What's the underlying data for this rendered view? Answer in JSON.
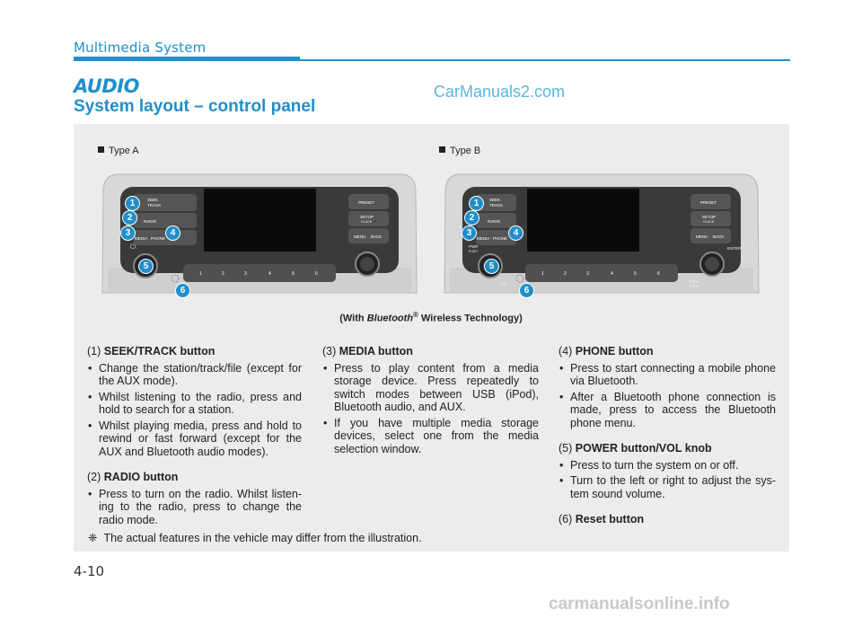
{
  "header": {
    "section": "Multimedia System",
    "title": "AUDIO",
    "subtitle": "System layout – control panel"
  },
  "watermark_top": "CarManuals2.com",
  "figure": {
    "type_a_label": "Type A",
    "type_b_label": "Type B",
    "caption_pre": "(With ",
    "caption_bt": "Bluetooth",
    "caption_reg": "®",
    "caption_post": " Wireless Technology)",
    "panel_labels": {
      "seek": "SEEK",
      "track": "TRACK",
      "radio": "RADIO",
      "media": "MEDIA",
      "phone": "PHONE",
      "preset": "PRESET",
      "setup": "SETUP",
      "clock": "CLOCK",
      "menu": "MENU",
      "back": "BACK",
      "pwr": "PWR",
      "push": "PUSH",
      "vol": "VOL",
      "enter": "ENTER",
      "tune": "TUNE",
      "file": "FILE",
      "presets": [
        "1",
        "2",
        "3",
        "4",
        "5",
        "6"
      ]
    },
    "callouts": [
      "1",
      "2",
      "3",
      "4",
      "5",
      "6"
    ]
  },
  "items": {
    "seek": {
      "num": "(1)",
      "title": "SEEK/TRACK button",
      "bullets": [
        "Change the station/track/file (except for the AUX mode).",
        "Whilst listening to the radio, press and hold to search for a station.",
        "Whilst playing media, press and hold to rewind or fast forward (except for the AUX and Bluetooth audio modes)."
      ]
    },
    "radio": {
      "num": "(2)",
      "title": "RADIO button",
      "bullets": [
        "Press to turn on the radio. Whilst listen-ing to the radio, press to change the radio mode."
      ]
    },
    "media": {
      "num": "(3)",
      "title": "MEDIA button",
      "bullets": [
        "Press to play content from a media storage device. Press repeatedly to switch modes between USB (iPod), Bluetooth audio, and AUX.",
        "If you have multiple media storage devices, select one from the media selection window."
      ]
    },
    "phone": {
      "num": "(4)",
      "title": "PHONE button",
      "bullets": [
        "Press to start connecting a mobile phone via Bluetooth.",
        "After a Bluetooth phone connection is made, press to access the Bluetooth phone menu."
      ]
    },
    "power": {
      "num": "(5)",
      "title": "POWER button/VOL knob",
      "bullets": [
        "Press to turn the system on or off.",
        "Turn to the left or right to adjust the sys-tem sound volume."
      ]
    },
    "reset": {
      "num": "(6)",
      "title": "Reset button"
    }
  },
  "note": {
    "symbol": "❈",
    "text": "The actual features in the vehicle may differ from the illustration."
  },
  "page_number": "4-10",
  "watermark_bottom": "carmanualsonline.info"
}
